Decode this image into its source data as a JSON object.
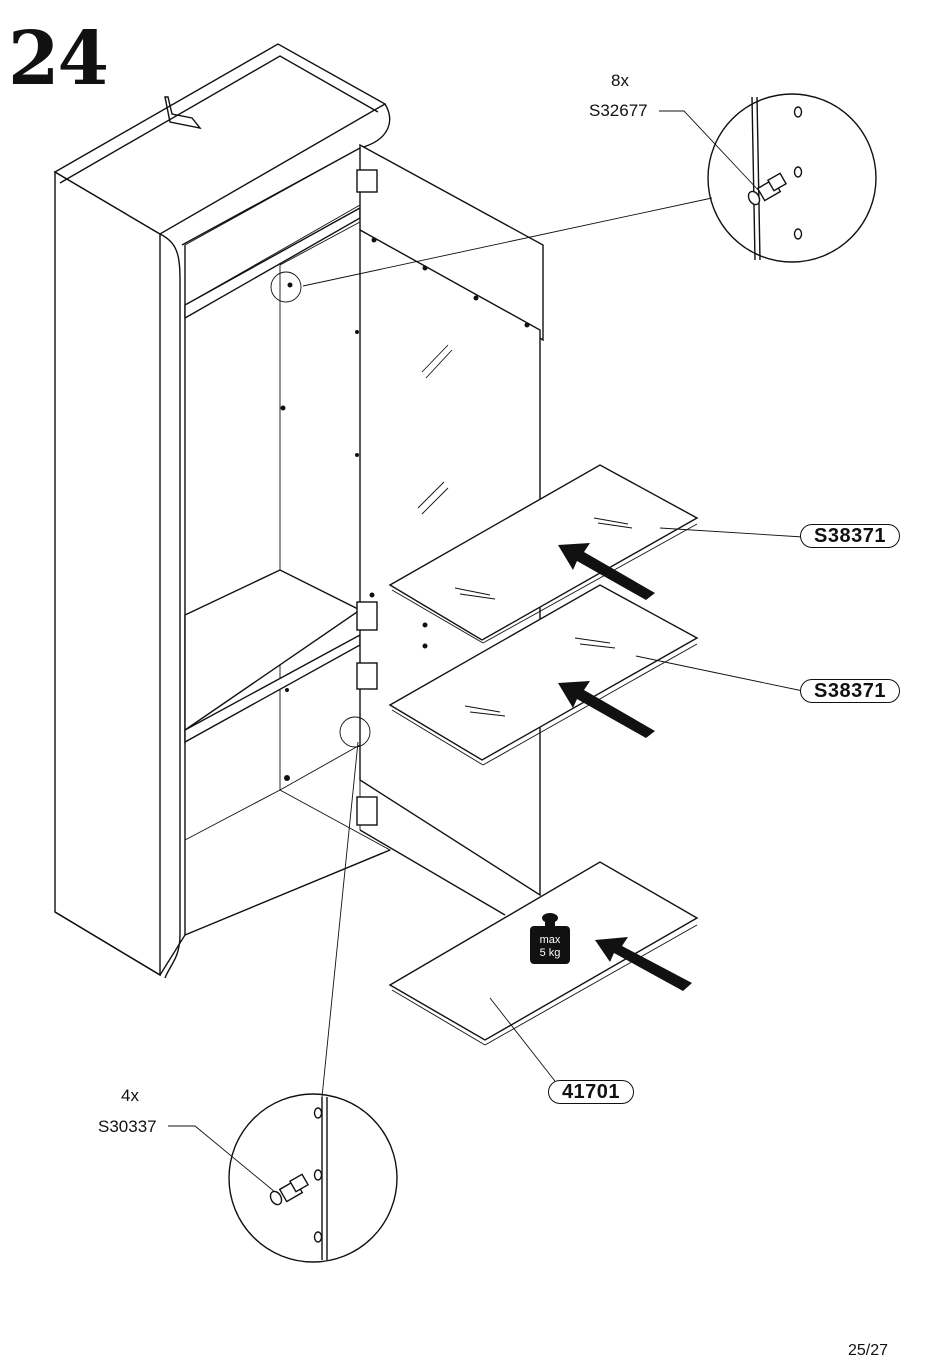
{
  "step": {
    "number": "24"
  },
  "callouts": {
    "top": {
      "qty": "8x",
      "code": "S32677"
    },
    "bottom": {
      "qty": "4x",
      "code": "S30337"
    }
  },
  "parts": {
    "shelf_glass_1": "S38371",
    "shelf_glass_2": "S38371",
    "shelf_bottom": "41701"
  },
  "weight_badge": {
    "line1": "max",
    "line2": "5 kg"
  },
  "footer": {
    "page": "25/27"
  },
  "icons": [
    "arrow-icon",
    "weight-icon",
    "detail-magnifier-icon"
  ]
}
